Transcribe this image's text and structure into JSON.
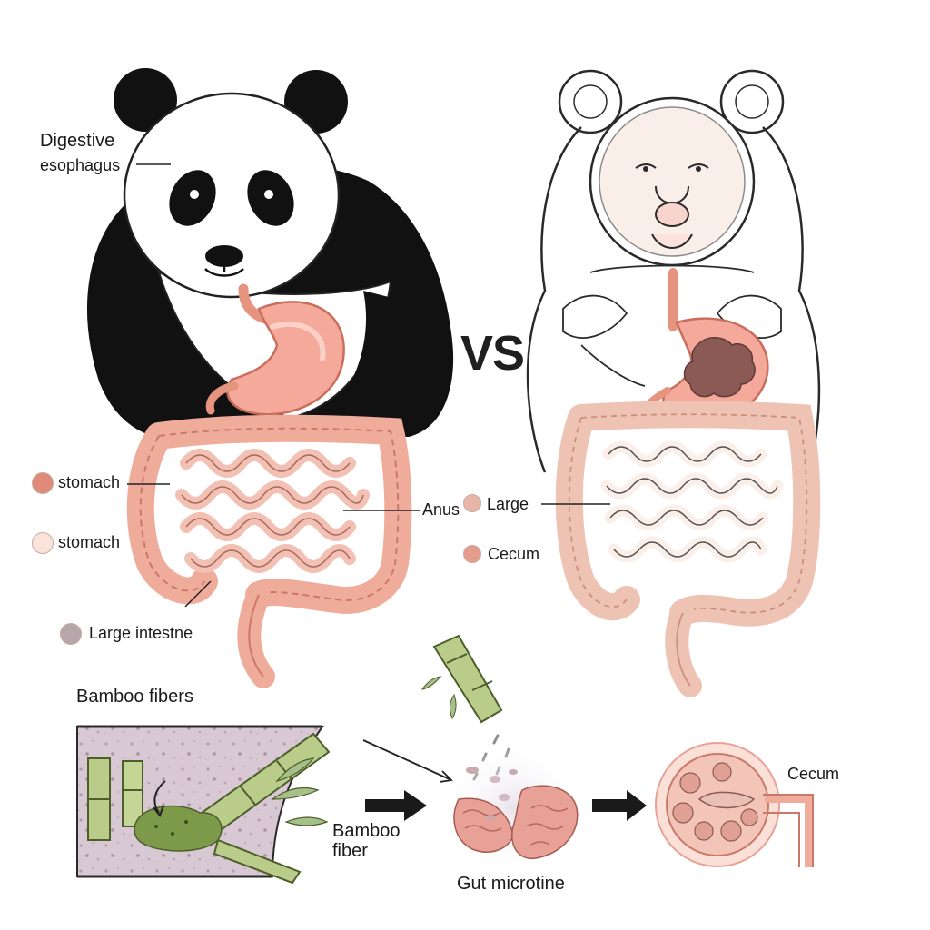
{
  "labels": {
    "digestive": "Digestive",
    "esophagus": "esophagus",
    "vs": "VS",
    "anus": "Anus",
    "large_right": "Large",
    "cecum_right": "Cecum",
    "stomach_1": "stomach",
    "stomach_2": "stomach",
    "large_intestine": "Large intestne",
    "bamboo_fibers": "Bamboo fibers",
    "bamboo_fiber_line1": "Bamboo",
    "bamboo_fiber_line2": "fiber",
    "gut_microbiome": "Gut microtine",
    "cecum_bottom": "Cecum"
  },
  "legend": [
    {
      "label_key": "stomach_1",
      "color": "#e08a7a"
    },
    {
      "label_key": "stomach_2",
      "color": "#fbe3dc"
    },
    {
      "label_key": "large_intestine",
      "color": "#b8a6ad"
    },
    {
      "label_key": "large_right",
      "color": "#e8b6a8"
    },
    {
      "label_key": "cecum_right",
      "color": "#e59c8c"
    }
  ],
  "colors": {
    "intestine": "#f2b6a6",
    "intestine_light": "#fbe3dc",
    "stomach": "#f4a99a",
    "fur_black": "#111111",
    "bamboo": "#b9cc8a",
    "outline": "#2a2a2a"
  }
}
